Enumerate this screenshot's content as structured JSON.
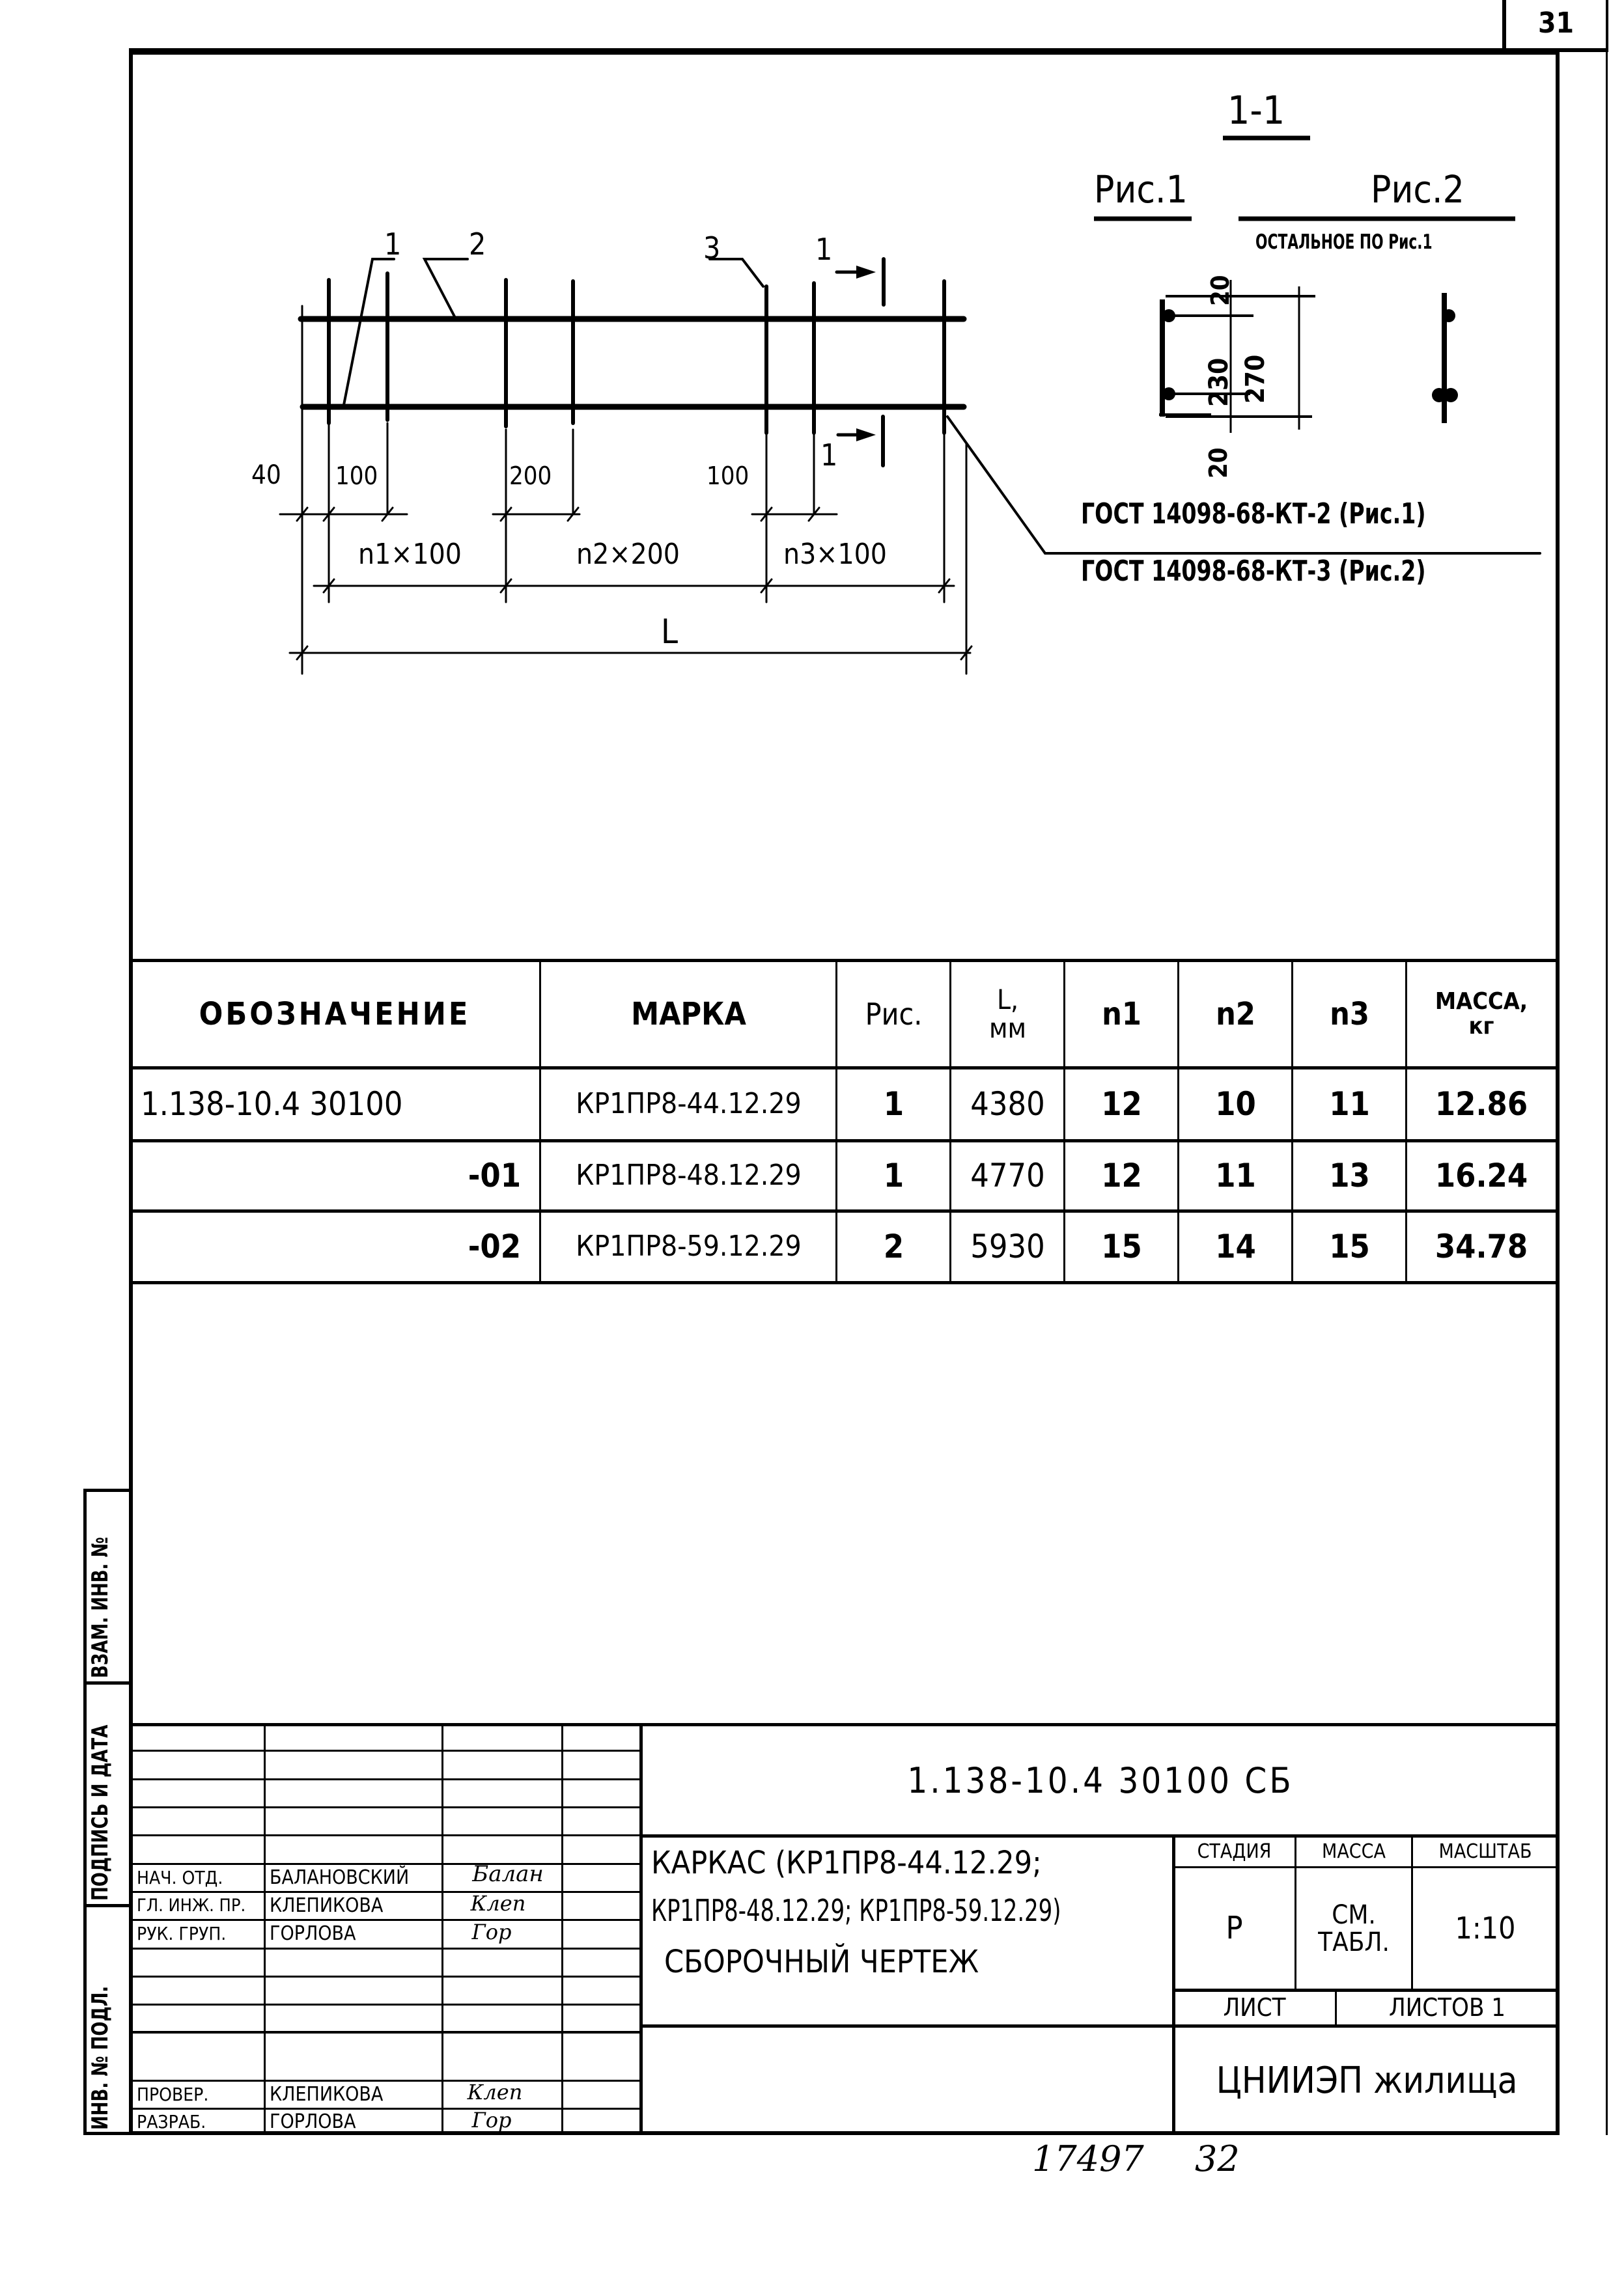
{
  "sheet": {
    "corner_page_number": "31",
    "bottom_left_number": "17497",
    "bottom_right_number": "32"
  },
  "drawing": {
    "section_title": "1-1",
    "fig1_label": "Рис.1",
    "fig2_label": "Рис.2",
    "fig2_note": "ОСТАЛЬНОЕ ПО Рис.1",
    "callouts": [
      "1",
      "2",
      "3"
    ],
    "section_marks": [
      "1",
      "1"
    ],
    "dimensions": {
      "offset_40": "40",
      "step_100_left": "100",
      "step_200": "200",
      "step_100_right": "100",
      "span_n1": "n1×100",
      "span_n2": "n2×200",
      "span_n3": "n3×100",
      "total_length": "L"
    },
    "section_dimensions": {
      "top_cover": "20",
      "inner_height": "230",
      "outer_height": "270",
      "bottom_cover": "20"
    },
    "gost_notes": [
      "ГОСТ 14098-68-КТ-2 (Рис.1)",
      "ГОСТ 14098-68-КТ-3 (Рис.2)"
    ]
  },
  "spec_table": {
    "headers": [
      "ОБОЗНАЧЕНИЕ",
      "МАРКА",
      "Рис.",
      "L, мм",
      "n1",
      "n2",
      "n3",
      "МАССА, кг"
    ],
    "rows": [
      {
        "designation": "1.138-10.4 30100",
        "mark": "КР1ПР8-44.12.29",
        "fig": "1",
        "length_mm": "4380",
        "n1": "12",
        "n2": "10",
        "n3": "11",
        "mass_kg": "12.86"
      },
      {
        "designation": "-01",
        "mark": "КР1ПР8-48.12.29",
        "fig": "1",
        "length_mm": "4770",
        "n1": "12",
        "n2": "11",
        "n3": "13",
        "mass_kg": "16.24"
      },
      {
        "designation": "-02",
        "mark": "КР1ПР8-59.12.29",
        "fig": "2",
        "length_mm": "5930",
        "n1": "15",
        "n2": "14",
        "n3": "15",
        "mass_kg": "34.78"
      }
    ]
  },
  "side_strip": {
    "labels": [
      "ИНВ. № ПОДЛ.",
      "ПОДПИСЬ И ДАТА",
      "ВЗАМ. ИНВ. №"
    ]
  },
  "title_block": {
    "document_code": "1.138-10.4 30100 СБ",
    "title_lines": [
      "КАРКАС (КР1ПР8-44.12.29;",
      "КР1ПР8-48.12.29; КР1ПР8-59.12.29)",
      "СБОРОЧНЫЙ ЧЕРТЕЖ"
    ],
    "stage_label": "СТАДИЯ",
    "stage_value": "Р",
    "mass_label": "МАССА",
    "mass_value": "СМ. ТАБЛ.",
    "scale_label": "МАСШТАБ",
    "scale_value": "1:10",
    "sheet_label": "ЛИСТ",
    "sheets_label": "ЛИСТОВ 1",
    "organization": "ЦНИИЭП жилища",
    "signatures": [
      {
        "role": "НАЧ. ОТД.",
        "name": "БАЛАНОВСКИЙ",
        "signature": "Балан"
      },
      {
        "role": "ГЛ. ИНЖ. ПР.",
        "name": "КЛЕПИКОВА",
        "signature": "Клеп"
      },
      {
        "role": "РУК. ГРУП.",
        "name": "ГОРЛОВА",
        "signature": "Гор"
      },
      {
        "role": "ПРОВЕР.",
        "name": "КЛЕПИКОВА",
        "signature": "Клеп"
      },
      {
        "role": "РАЗРАБ.",
        "name": "ГОРЛОВА",
        "signature": "Гор"
      }
    ]
  }
}
